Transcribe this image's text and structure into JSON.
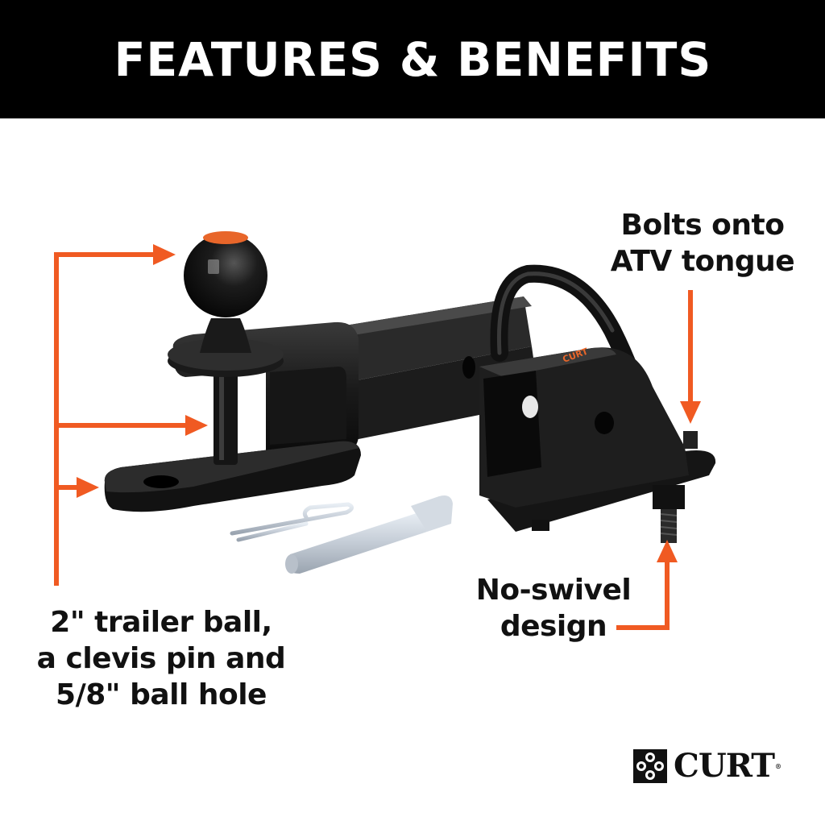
{
  "header": {
    "title": "FEATURES & BENEFITS"
  },
  "callouts": {
    "left": {
      "lines": [
        "2\" trailer ball,",
        "a clevis pin and",
        "5/8\" ball hole"
      ]
    },
    "top_right": {
      "lines": [
        "Bolts onto",
        "ATV tongue"
      ]
    },
    "bottom_right": {
      "lines": [
        "No-swivel",
        "design"
      ]
    }
  },
  "product": {
    "name": "ATV ball mount with clevis pin and clip",
    "components": [
      "2-inch trailer ball",
      "ball mount platform with 5/8-inch hole",
      "receiver tube",
      "bolt-on tongue adapter with U-loop",
      "clevis pin",
      "hitch pin clip",
      "mounting bolt"
    ]
  },
  "brand": {
    "name": "CURT",
    "mark": "®"
  },
  "colors": {
    "banner_bg": "#000000",
    "banner_text": "#ffffff",
    "arrow": "#f05a22",
    "body_text": "#111111",
    "background": "#ffffff"
  }
}
